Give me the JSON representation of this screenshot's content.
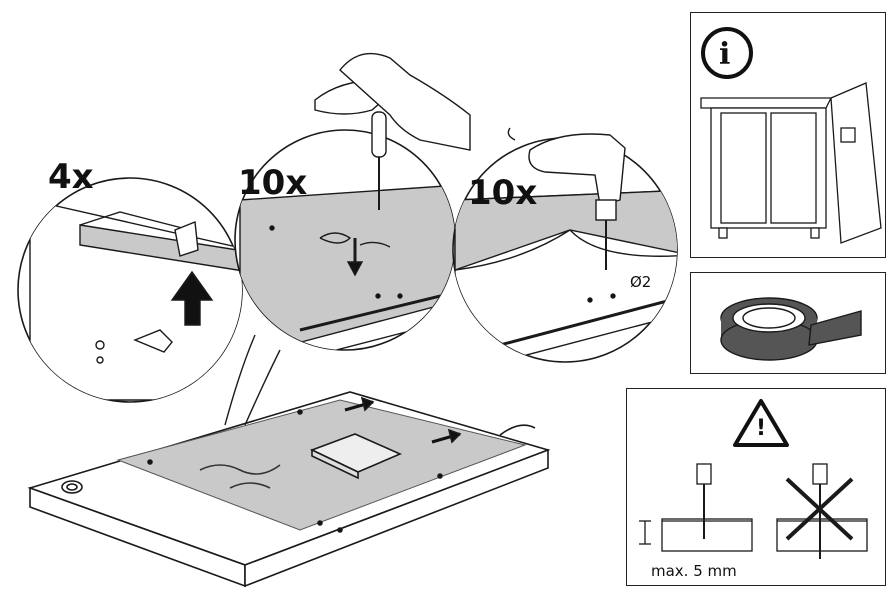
{
  "steps": {
    "count_4": "4x",
    "count_10a": "10x",
    "count_10b": "10x"
  },
  "drill_diameter": "Ø2",
  "info_symbol": "i",
  "warning_symbol": "!",
  "depth_note": "max. 5 mm",
  "colors": {
    "line": "#1a1a1a",
    "sheet_grey": "#c9c9c9",
    "panel_border": "#222222"
  },
  "icons": [
    "info-icon",
    "warning-icon",
    "tape-roll-icon",
    "drill-icon",
    "screwdriver-icon",
    "arrow-up-icon",
    "cross-out-icon"
  ]
}
